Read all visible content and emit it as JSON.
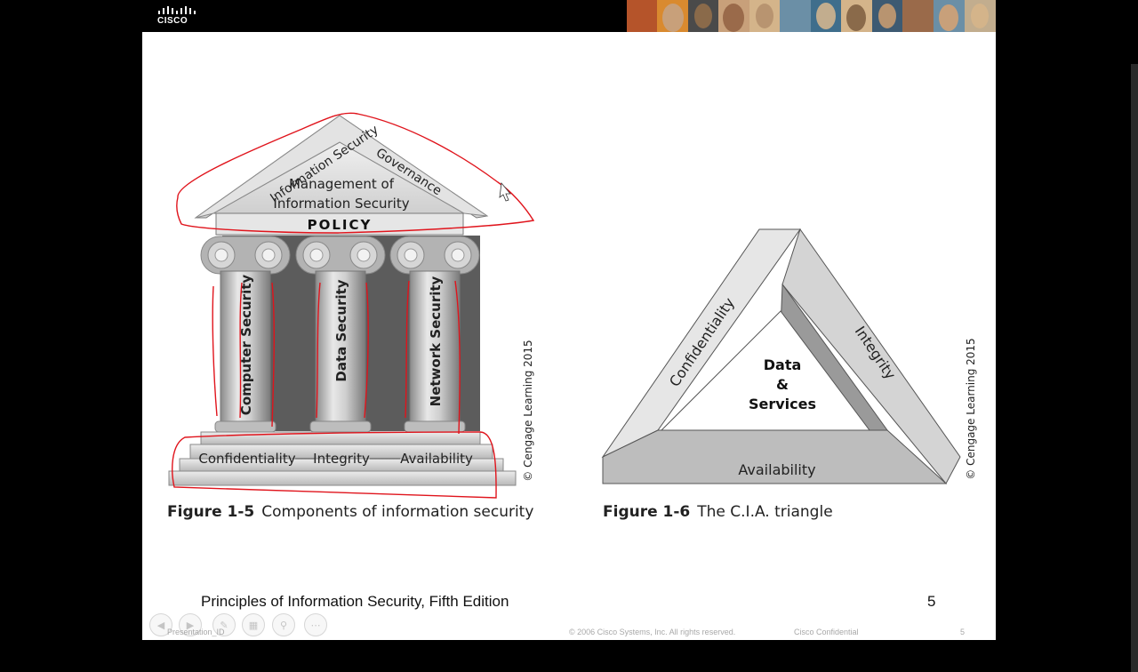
{
  "header": {
    "brand": "CISCO",
    "photo_colors": [
      "#b5542a",
      "#d98a2f",
      "#4a4a4a",
      "#c8a07a",
      "#8a6a4a",
      "#3f6e8c",
      "#d4b48a",
      "#6b8fa6",
      "#9a6a4a",
      "#c2ad8e",
      "#3d5a72",
      "#b89470"
    ]
  },
  "figure_left": {
    "roof_left_label": "Information Security",
    "roof_right_label": "Governance",
    "pediment_text_line1": "Management of",
    "pediment_text_line2": "Information Security",
    "policy": "POLICY",
    "columns": [
      "Computer Security",
      "Data Security",
      "Network Security"
    ],
    "base_labels": [
      "Confidentiality",
      "Integrity",
      "Availability"
    ],
    "copyright": "© Cengage Learning 2015",
    "caption_number": "Figure 1-5",
    "caption_text": "Components of information security"
  },
  "figure_right": {
    "center_line1": "Data",
    "center_line2": "&",
    "center_line3": "Services",
    "side_left": "Confidentiality",
    "side_right": "Integrity",
    "side_bottom": "Availability",
    "copyright": "© Cengage Learning 2015",
    "caption_number": "Figure 1-6",
    "caption_text": "The C.I.A. triangle"
  },
  "footer": {
    "title": "Principles of Information Security, Fifth Edition",
    "page": "5",
    "presentation_id": "Presentation_ID",
    "copyright": "© 2006 Cisco Systems, Inc. All rights reserved.",
    "confidential": "Cisco Confidential",
    "small_page": "5"
  },
  "annotation_color": "#e0141c"
}
